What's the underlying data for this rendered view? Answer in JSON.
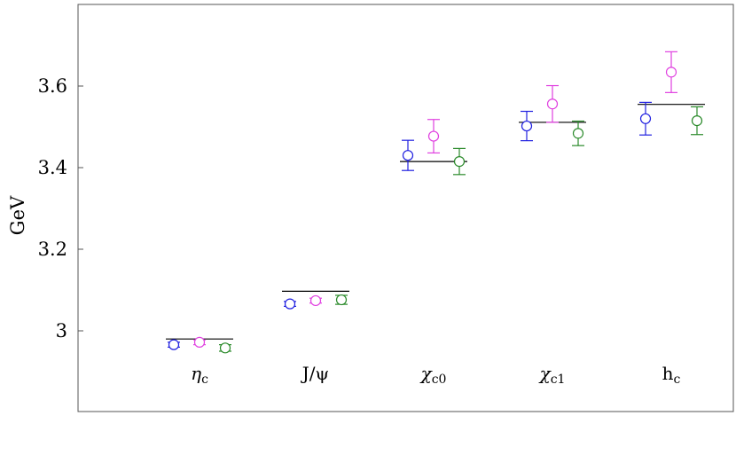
{
  "chart_data": {
    "type": "scatter",
    "ylabel": "GeV",
    "ylim": [
      2.82,
      3.79
    ],
    "yticks": [
      {
        "value": 3.0,
        "label": "3"
      },
      {
        "value": 3.2,
        "label": "3.2"
      },
      {
        "value": 3.4,
        "label": "3.4"
      },
      {
        "value": 3.6,
        "label": "3.6"
      }
    ],
    "categories": [
      {
        "main": "η",
        "sub": "c",
        "italic": true
      },
      {
        "main": "J/ψ",
        "sub": "",
        "italic": false
      },
      {
        "main": "χ",
        "sub": "c0",
        "italic": true
      },
      {
        "main": "χ",
        "sub": "c1",
        "italic": true
      },
      {
        "main": "h",
        "sub": "c",
        "italic": false
      }
    ],
    "reference": [
      2.98,
      3.097,
      3.415,
      3.511,
      3.555
    ],
    "series": [
      {
        "color": "#2020e0",
        "values": [
          2.966,
          3.066,
          3.43,
          3.502,
          3.52
        ],
        "errors": [
          0.006,
          0.006,
          0.037,
          0.036,
          0.04
        ]
      },
      {
        "color": "#e040e0",
        "values": [
          2.972,
          3.074,
          3.477,
          3.556,
          3.634
        ],
        "errors": [
          0.006,
          0.006,
          0.041,
          0.045,
          0.05
        ]
      },
      {
        "color": "#2a8a2a",
        "values": [
          2.958,
          3.076,
          3.415,
          3.484,
          3.515
        ],
        "errors": [
          0.008,
          0.011,
          0.032,
          0.03,
          0.034
        ]
      }
    ]
  }
}
